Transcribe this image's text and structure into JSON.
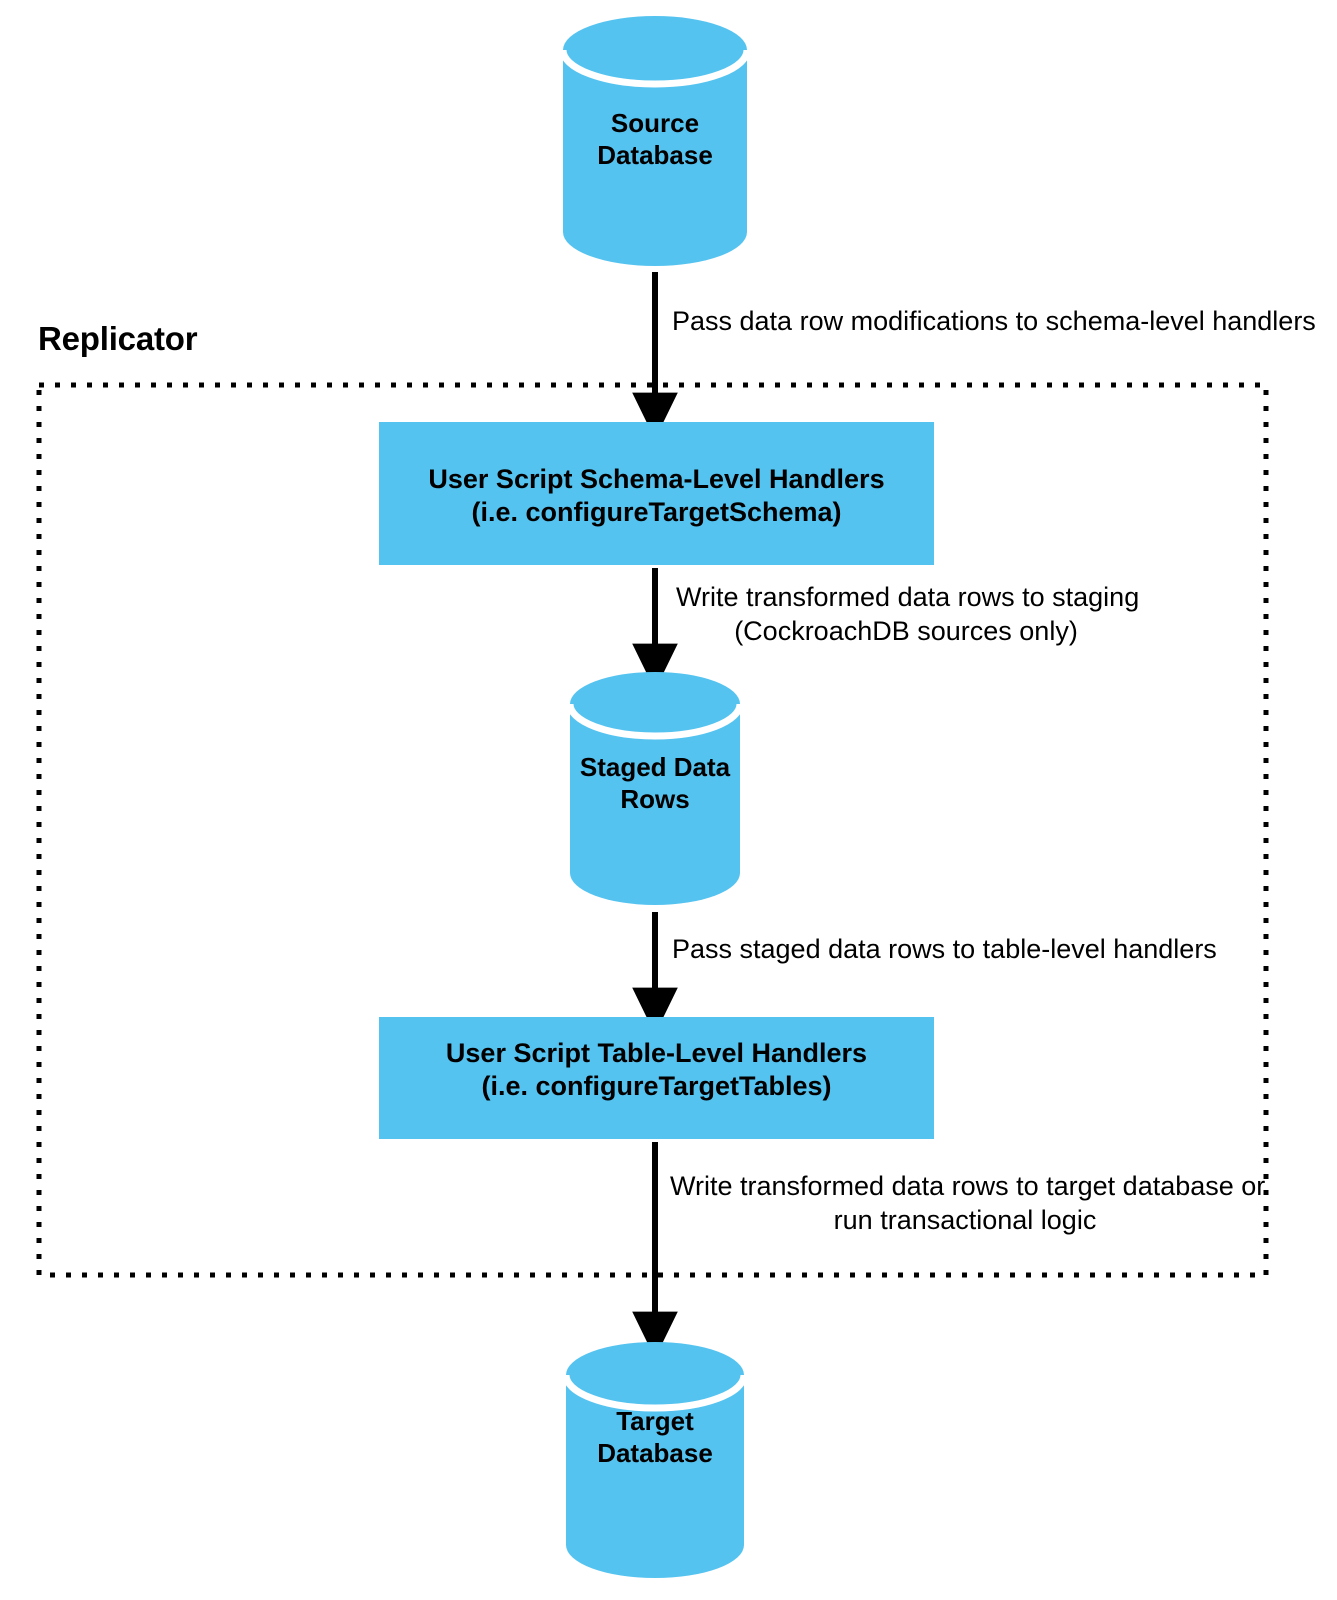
{
  "diagram": {
    "title": "Replicator user script data flow",
    "colors": {
      "node_fill": "#55c3f0",
      "stroke": "#000000",
      "background": "#ffffff",
      "cylinder_band": "#ffffff"
    },
    "group": {
      "label": "Replicator",
      "border_style": "dotted"
    },
    "nodes": [
      {
        "id": "source-database",
        "shape": "cylinder",
        "line1": "Source",
        "line2": "Database"
      },
      {
        "id": "schema-level-handlers",
        "shape": "rectangle",
        "line1": "User Script Schema-Level Handlers",
        "line2": "(i.e. configureTargetSchema)"
      },
      {
        "id": "staged-data-rows",
        "shape": "cylinder",
        "line1": "Staged Data",
        "line2": "Rows"
      },
      {
        "id": "table-level-handlers",
        "shape": "rectangle",
        "line1": "User Script Table-Level Handlers",
        "line2": "(i.e. configureTargetTables)"
      },
      {
        "id": "target-database",
        "shape": "cylinder",
        "line1": "Target",
        "line2": "Database"
      }
    ],
    "edges": [
      {
        "id": "source-to-schema-handlers",
        "from": "source-database",
        "to": "schema-level-handlers",
        "line1": "Pass data row modifications to schema-level handlers",
        "line2": ""
      },
      {
        "id": "schema-handlers-to-staging",
        "from": "schema-level-handlers",
        "to": "staged-data-rows",
        "line1": "Write transformed data rows to staging",
        "line2": "(CockroachDB sources only)"
      },
      {
        "id": "staging-to-table-handlers",
        "from": "staged-data-rows",
        "to": "table-level-handlers",
        "line1": "Pass staged data rows to table-level handlers",
        "line2": ""
      },
      {
        "id": "table-handlers-to-target",
        "from": "table-level-handlers",
        "to": "target-database",
        "line1": "Write transformed data rows to target database or",
        "line2": "run transactional logic"
      }
    ]
  }
}
